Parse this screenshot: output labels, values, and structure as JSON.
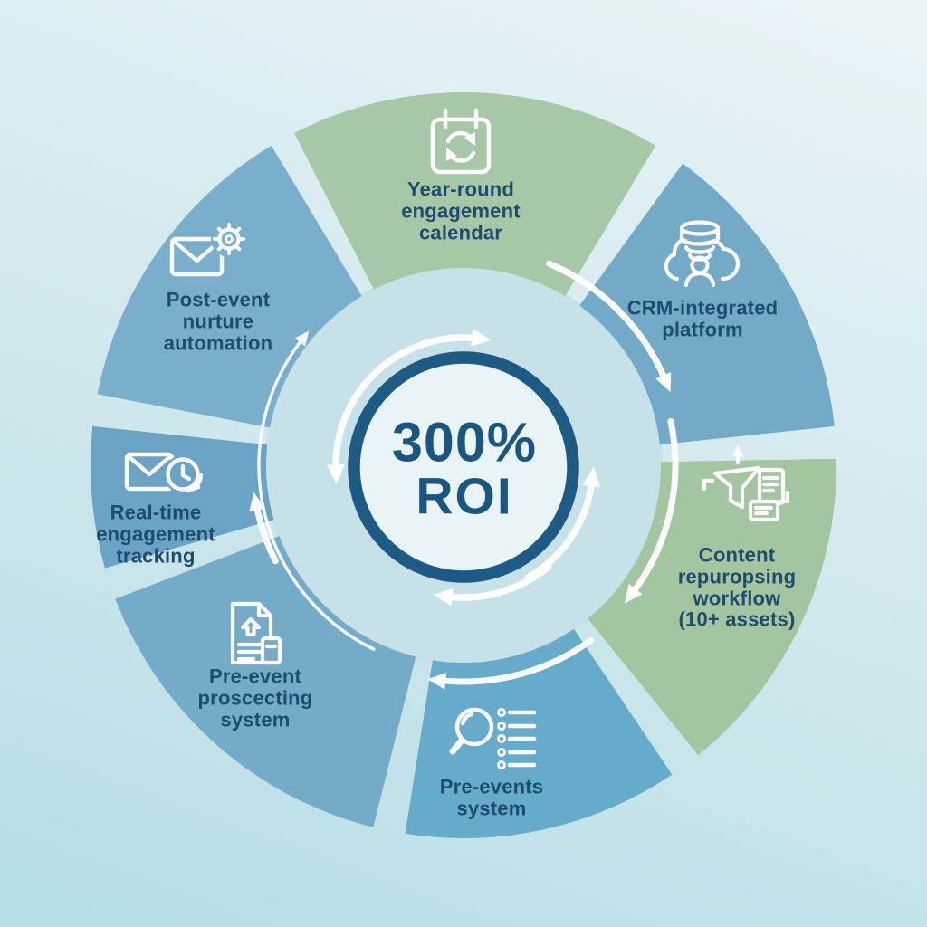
{
  "diagram_type": "circular-cycle-infographic",
  "center": {
    "value": "300%",
    "label": "ROI"
  },
  "colors": {
    "background_light": "#e9f4f6",
    "background_dark": "#b5dde5",
    "hub": "#c6e1e7",
    "center_fill": "#e8f4f6",
    "ring_navy": "#1e5b84",
    "text_navy": "#1c4d6e",
    "arrow_white": "#ffffff",
    "segment_green": "#a6c8a7",
    "segment_blue": "#72aac8"
  },
  "segments": [
    {
      "id": "year-round-engagement-calendar",
      "label": "Year-round\nengagement\ncalendar",
      "icon": "calendar-sync-icon",
      "color": "#a6c8a7"
    },
    {
      "id": "crm-integrated-platform",
      "label": "CRM-integrated\nplatform",
      "icon": "crm-database-cloud-icon",
      "color": "#72aac8"
    },
    {
      "id": "content-repurposing-workflow",
      "label": "Content\nrepuropsing\nworkflow\n(10+ assets)",
      "icon": "content-funnel-icon",
      "color": "#a3c5a0"
    },
    {
      "id": "pre-events-system",
      "label": "Pre-events\nsystem",
      "icon": "search-checklist-icon",
      "color": "#66abca"
    },
    {
      "id": "pre-event-prospecting-system",
      "label": "Pre-event\nproscecting\nsystem",
      "icon": "document-upload-icon",
      "color": "#74abc9"
    },
    {
      "id": "real-time-engagement-tracking",
      "label": "Real-time\nengagement\ntracking",
      "icon": "email-clock-icon",
      "color": "#6aa3c4"
    },
    {
      "id": "post-event-nurture-automation",
      "label": "Post-event\nnurture\nautomation",
      "icon": "email-gear-icon",
      "color": "#79afcd"
    }
  ]
}
